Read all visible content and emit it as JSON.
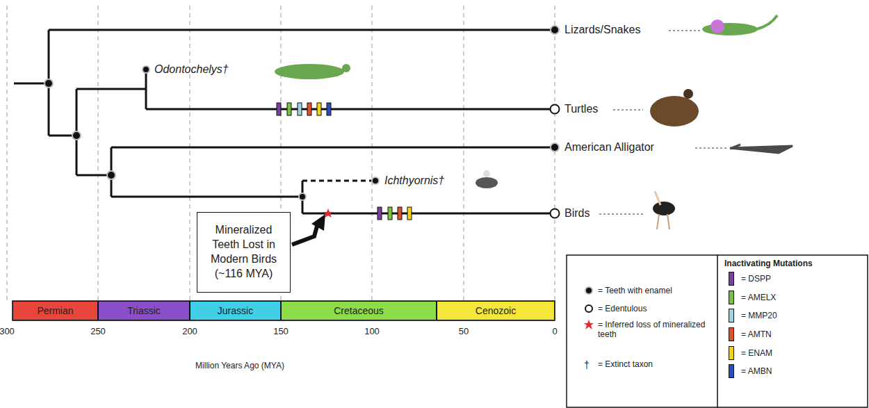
{
  "diagram": {
    "nodes": [
      {
        "text": [
          "Mineralized Teeth Lost in Modern Birds (~116 MYA)"
        ]
      },
      {
        "text": [
          "Permian"
        ]
      },
      {
        "text": [
          "Triassic"
        ]
      },
      {
        "text": [
          "Jurassic"
        ]
      },
      {
        "text": [
          "Cretaceous"
        ]
      },
      {
        "text": [
          "Cenozoic"
        ]
      }
    ],
    "labels": [
      "Lizards/Snakes",
      "Odontochelys†",
      "Turtles",
      "American Alligator",
      "Ichthyornis†",
      "Birds",
      "300",
      "250",
      "200",
      "150",
      "100",
      "50",
      "0",
      "Million Years Ago (MYA)",
      "Inactivating Mutations",
      "†"
    ],
    "legend": [
      {
        "text": "= Teeth with enamel"
      },
      {
        "text": "= Edentulous"
      },
      {
        "text": "= Inferred loss of mineralized teeth"
      },
      {
        "text": "= Extinct taxon"
      },
      {
        "text": "= DSPP",
        "color": "#7b3fa0"
      },
      {
        "text": "= AMELX",
        "color": "#7ac143"
      },
      {
        "text": "= MMP20",
        "color": "#9fd3e0"
      },
      {
        "text": "= AMTN",
        "color": "#e0502a"
      },
      {
        "text": "= ENAM",
        "color": "#f2d21b"
      },
      {
        "text": "= AMBN",
        "color": "#2a4fb5"
      }
    ]
  }
}
